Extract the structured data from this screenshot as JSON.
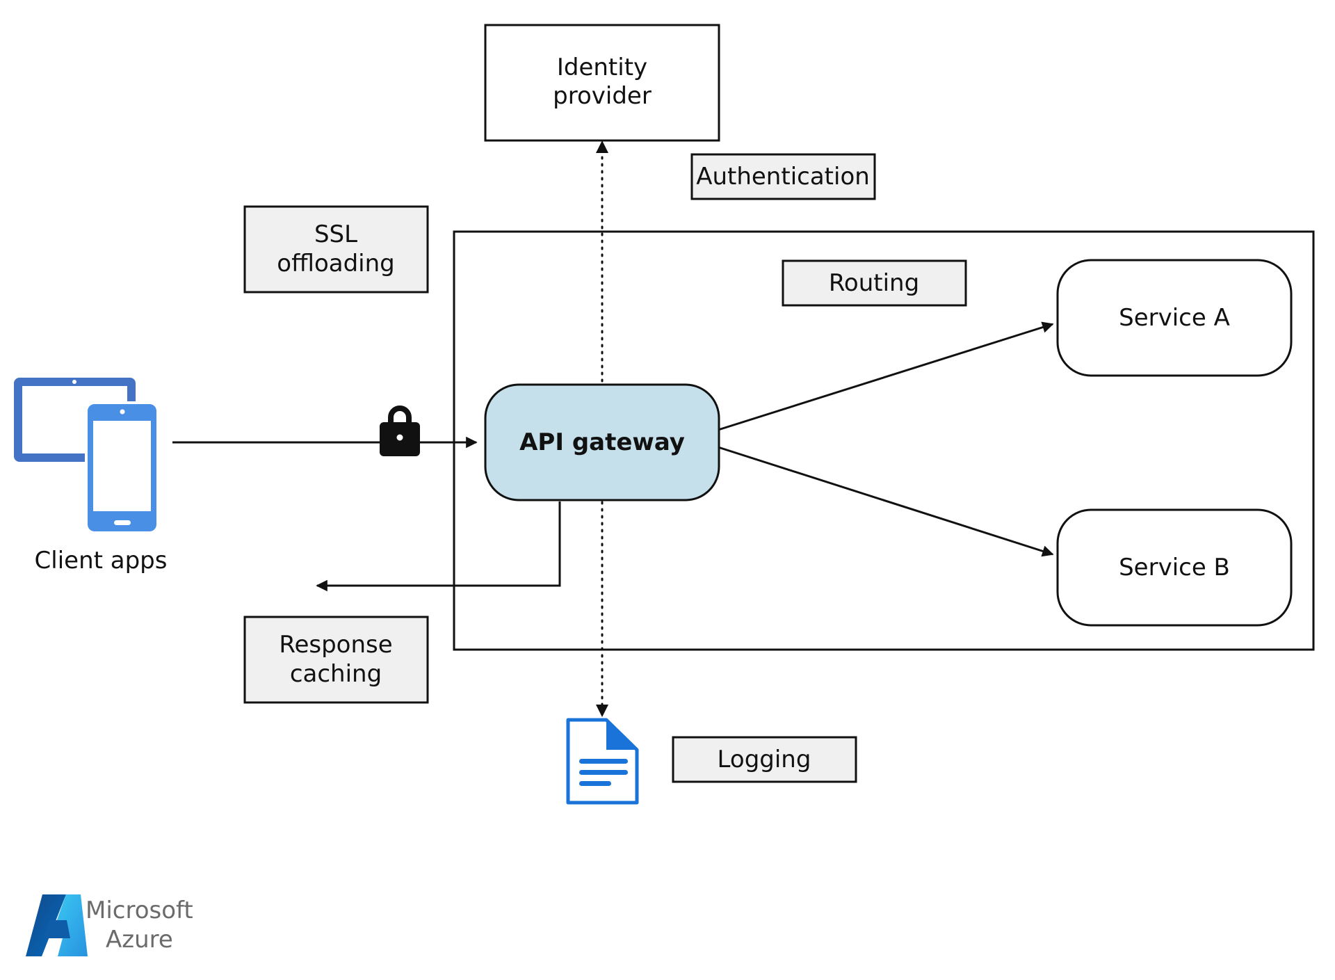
{
  "nodes": {
    "identity_provider": [
      "Identity",
      "provider"
    ],
    "api_gateway": "API gateway",
    "service_a": "Service A",
    "service_b": "Service B",
    "client_apps": "Client apps"
  },
  "features": {
    "authentication": "Authentication",
    "ssl_offloading": [
      "SSL",
      "offloading"
    ],
    "routing": "Routing",
    "response_caching": [
      "Response",
      "caching"
    ],
    "logging": "Logging"
  },
  "brand": {
    "line1": "Microsoft",
    "line2": "Azure"
  },
  "colors": {
    "gateway_fill": "#c5e0eb",
    "feature_fill": "#f0f0f0",
    "device_dark": "#4472c4",
    "device_light": "#5ba3ef",
    "document_blue": "#1a73d9",
    "brand_gray": "#6b6b6b"
  },
  "icons": [
    "devices-icon",
    "lock-icon",
    "document-icon",
    "azure-logo-icon"
  ]
}
